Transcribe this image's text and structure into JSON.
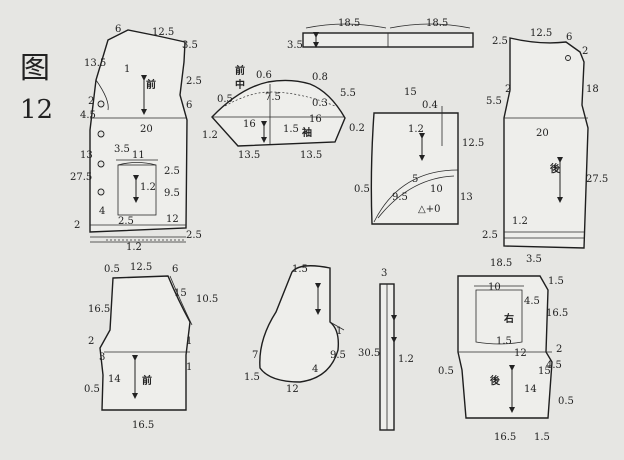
{
  "figure": {
    "label_char": "图",
    "number": "12"
  },
  "front_bodice": {
    "piece_name": "前",
    "labels": [
      "6",
      "12.5",
      "3.5",
      "13.5",
      "1",
      "2.5",
      "2",
      "6",
      "4.5",
      "20",
      "3.5",
      "13",
      "11",
      "2.5",
      "27.5",
      "1.2",
      "9.5",
      "4",
      "2",
      "2.5",
      "12",
      "2.5",
      "1.2"
    ]
  },
  "collar": {
    "labels": [
      "18.5",
      "18.5",
      "3.5"
    ]
  },
  "sleeve_cap": {
    "front_char": "前",
    "center_char": "中",
    "sleeve_char": "袖",
    "labels": [
      "0.6",
      "0.8",
      "0.5",
      "7.5",
      "5.5",
      "0.3",
      "16",
      "1.5",
      "16",
      "0.2",
      "1.2",
      "13.5",
      "13.5"
    ]
  },
  "pocket_facing": {
    "labels": [
      "15",
      "0.4",
      "1.2",
      "12.5",
      "5",
      "10",
      "0.5",
      "9.5",
      "13",
      "△+0"
    ]
  },
  "back_bodice": {
    "piece_name": "後",
    "labels": [
      "2.5",
      "12.5",
      "6",
      "2",
      "2",
      "18",
      "5.5",
      "20",
      "27.5",
      "1.2",
      "2.5"
    ]
  },
  "front_trouser": {
    "piece_name": "前",
    "labels": [
      "0.5",
      "12.5",
      "6",
      "15",
      "10.5",
      "16.5",
      "2",
      "3",
      "1",
      "14",
      "1",
      "0.5",
      "16.5"
    ]
  },
  "pocket_bag": {
    "labels": [
      "1.5",
      "1",
      "9.5",
      "7",
      "4",
      "1.5",
      "12"
    ]
  },
  "waistband": {
    "labels": [
      "3",
      "30.5",
      "1.2"
    ]
  },
  "back_trouser": {
    "piece_name": "後",
    "right_char": "右",
    "labels": [
      "18.5",
      "3.5",
      "1.5",
      "10",
      "4.5",
      "16.5",
      "1.5",
      "12",
      "2",
      "0.5",
      "15",
      "4.5",
      "14",
      "0.5",
      "16.5",
      "1.5"
    ]
  }
}
